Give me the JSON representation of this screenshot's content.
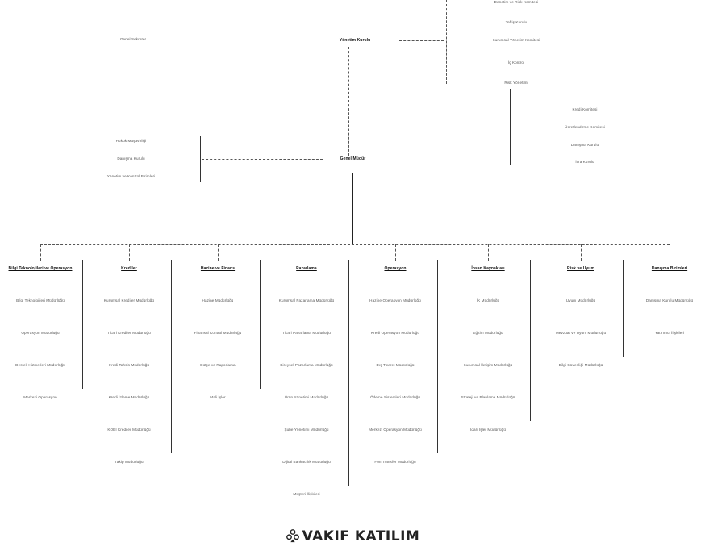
{
  "brand": {
    "name": "VAKIF KATILIM"
  },
  "chart": {
    "top_center": "Yönetim Kurulu",
    "center": "Genel Müdür",
    "top_right_list": [
      "Denetim ve Risk Komitesi",
      "Teftiş Kurulu",
      "Kurumsal Yönetim Komitesi",
      "İç Kontrol",
      "Risk Yönetimi"
    ],
    "right_sublist": [
      "Kredi Komitesi",
      "Ücretlendirme Komitesi",
      "Danışma Kurulu",
      "İcra Kurulu"
    ],
    "left_top": "Genel Sekreter",
    "left_list": [
      "Hukuk Müşavirliği",
      "Danışma Kurulu",
      "Yönetim ve Kontrol Birimleri"
    ],
    "columns": [
      {
        "head": "Bilgi Teknolojileri ve Operasyon",
        "items": [
          "Bilgi Teknolojileri Müdürlüğü",
          "Operasyon Müdürlüğü",
          "Destek Hizmetleri Müdürlüğü",
          "Merkezi Operasyon"
        ]
      },
      {
        "head": "Krediler",
        "items": [
          "Kurumsal Krediler Müdürlüğü",
          "Ticari Krediler Müdürlüğü",
          "Kredi Tahsis Müdürlüğü",
          "Kredi İzleme Müdürlüğü",
          "KOBİ Krediler Müdürlüğü",
          "Takip Müdürlüğü"
        ]
      },
      {
        "head": "Hazine ve Finans",
        "items": [
          "Hazine Müdürlüğü",
          "Finansal Kontrol Müdürlüğü",
          "Bütçe ve Raporlama",
          "Mali İşler"
        ]
      },
      {
        "head": "Pazarlama",
        "items": [
          "Kurumsal Pazarlama Müdürlüğü",
          "Ticari Pazarlama Müdürlüğü",
          "Bireysel Pazarlama Müdürlüğü",
          "Ürün Yönetimi Müdürlüğü",
          "Şube Yönetimi Müdürlüğü",
          "Dijital Bankacılık Müdürlüğü",
          "Müşteri İlişkileri"
        ]
      },
      {
        "head": "Operasyon",
        "items": [
          "Hazine Operasyon Müdürlüğü",
          "Kredi Operasyon Müdürlüğü",
          "Dış Ticaret Müdürlüğü",
          "Ödeme Sistemleri Müdürlüğü",
          "Merkezi Operasyon Müdürlüğü",
          "Fon Transfer Müdürlüğü"
        ]
      },
      {
        "head": "İnsan Kaynakları",
        "items": [
          "İK Müdürlüğü",
          "Eğitim Müdürlüğü",
          "Kurumsal İletişim Müdürlüğü",
          "Strateji ve Planlama Müdürlüğü",
          "İdari İşler Müdürlüğü"
        ]
      },
      {
        "head": "Risk ve Uyum",
        "items": [
          "Uyum Müdürlüğü",
          "Mevzuat ve Uyum Müdürlüğü",
          "Bilgi Güvenliği Müdürlüğü"
        ]
      },
      {
        "head": "Danışma Birimleri",
        "items": [
          "Danışma Kurulu Müdürlüğü",
          "Yatırımcı İlişkileri"
        ]
      }
    ]
  }
}
